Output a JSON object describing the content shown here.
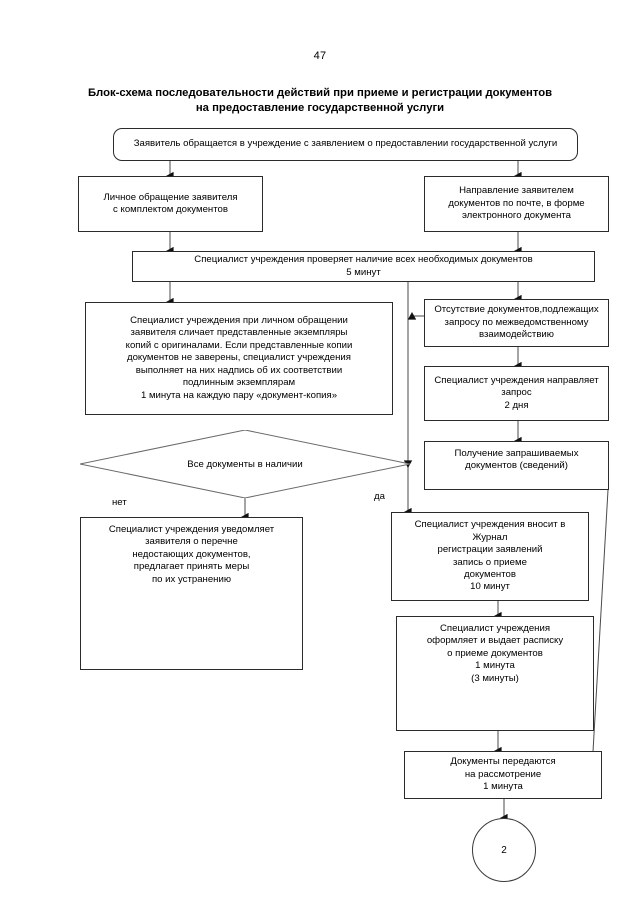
{
  "page": {
    "number": "47",
    "title": "Блок-схема последовательности действий при приеме и регистрации документов\nна предоставление государственной услуги"
  },
  "flowchart": {
    "type": "flowchart",
    "nodes": [
      {
        "id": "start",
        "shape": "rounded-rectangle",
        "text": "Заявитель обращается в учреждение с заявлением о предоставлении государственной услуги"
      },
      {
        "id": "personal-visit",
        "shape": "rectangle",
        "text": "Личное обращение заявителя\nс комплектом документов"
      },
      {
        "id": "mail-electronic",
        "shape": "rectangle",
        "text": "Направление заявителем\nдокументов по почте, в форме\nэлектронного документа"
      },
      {
        "id": "check-documents",
        "shape": "rectangle",
        "text": "Специалист учреждения проверяет наличие всех необходимых документов\n5 минут"
      },
      {
        "id": "compare-copies",
        "shape": "rectangle",
        "text": "Специалист учреждения при личном обращении\nзаявителя сличает представленные экземпляры\nкопий с оригиналами. Если представленные копии\nдокументов не заверены, специалист учреждения\nвыполняет на них надпись об их соответствии\nподлинным экземплярам\n1 минута на каждую пару «документ-копия»"
      },
      {
        "id": "missing-interagency",
        "shape": "rectangle",
        "text": "Отсутствие документов,подлежащих\nзапросу по межведомственному\nвзаимодействию"
      },
      {
        "id": "send-request",
        "shape": "rectangle",
        "text": "Специалист учреждения направляет\nзапрос\n2 дня"
      },
      {
        "id": "receive-documents",
        "shape": "rectangle",
        "text": "Получение запрашиваемых\nдокументов (сведений)"
      },
      {
        "id": "all-documents-present",
        "shape": "diamond",
        "text": "Все документы в наличии"
      },
      {
        "id": "notify-missing",
        "shape": "rectangle",
        "text": "Специалист учреждения уведомляет\nзаявителя о перечне\nнедостающих документов,\nпредлагает принять меры\nпо их устранению"
      },
      {
        "id": "journal-entry",
        "shape": "rectangle",
        "text": "Специалист учреждения вносит в\nЖурнал\nрегистрации заявлений\nзапись о приеме\nдокументов\n10 минут"
      },
      {
        "id": "issue-receipt",
        "shape": "rectangle",
        "text": "Специалист учреждения\nоформляет и выдает расписку\nо приеме документов\n1 минута\n(3 минуты)"
      },
      {
        "id": "transfer-documents",
        "shape": "rectangle",
        "text": "Документы передаются\nна рассмотрение\n1 минута"
      },
      {
        "id": "connector-2",
        "shape": "circle",
        "text": "2"
      }
    ],
    "branch_labels": {
      "no": "нет",
      "yes": "да"
    }
  }
}
